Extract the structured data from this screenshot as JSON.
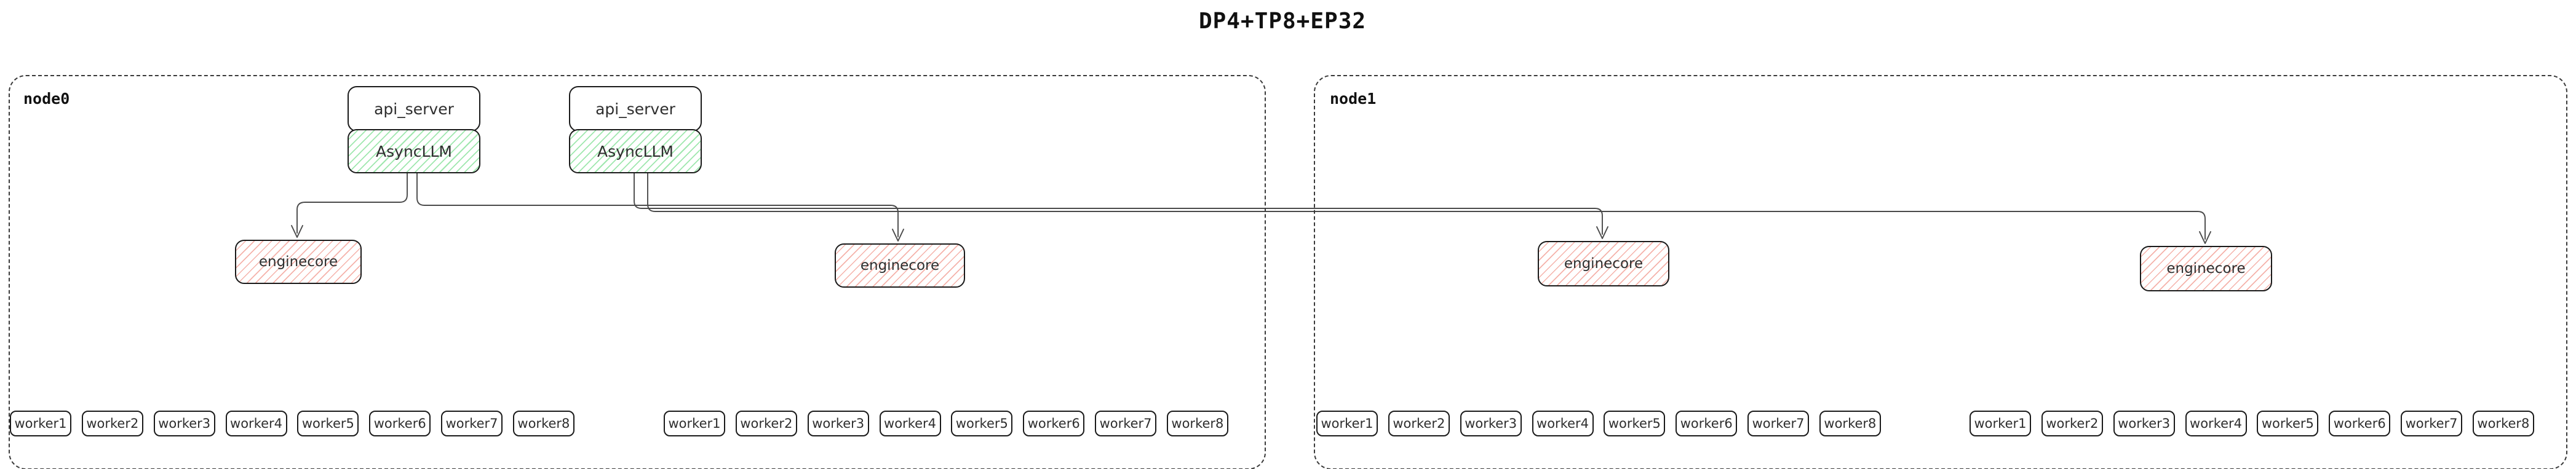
{
  "title": "DP4+TP8+EP32",
  "nodes": [
    {
      "label": "node0"
    },
    {
      "label": "node1"
    }
  ],
  "boxes": {
    "api_server": "api_server",
    "async_llm": "AsyncLLM",
    "enginecore": "enginecore"
  },
  "worker_labels": [
    "worker1",
    "worker2",
    "worker3",
    "worker4",
    "worker5",
    "worker6",
    "worker7",
    "worker8"
  ],
  "colors": {
    "async_llm_hatch": "#9fe7ae",
    "enginecore_hatch": "#f5b2aa",
    "box_border": "#1a1a1a",
    "edge": "#4a4a4a"
  }
}
